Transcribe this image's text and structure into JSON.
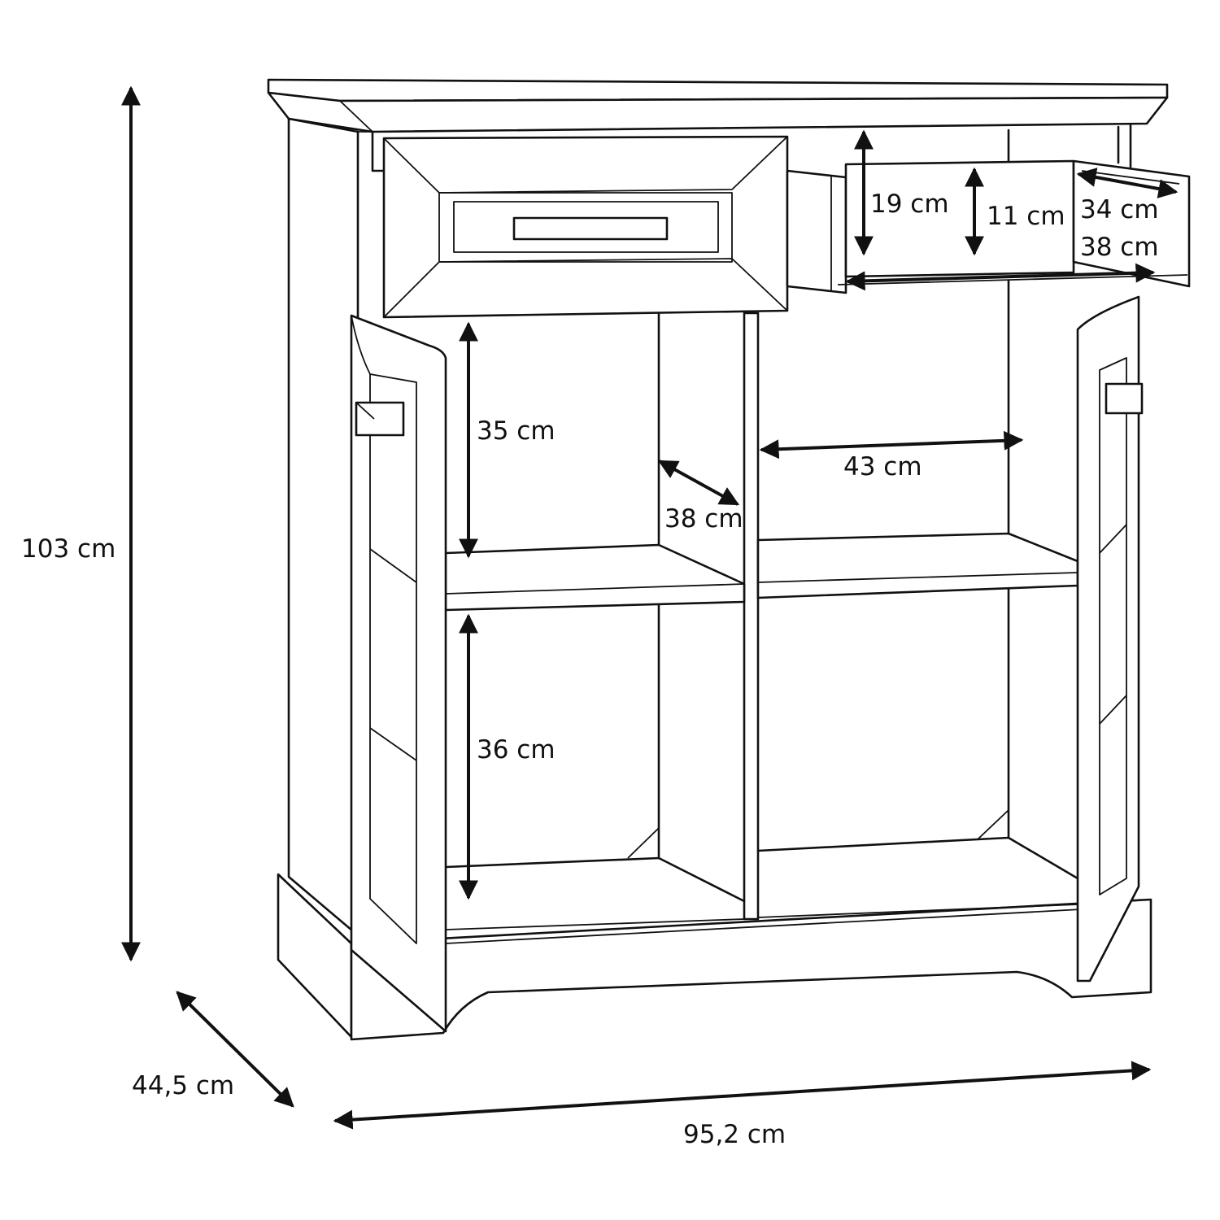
{
  "diagram": {
    "overall": {
      "height": "103 cm",
      "width": "95,2 cm",
      "depth": "44,5 cm"
    },
    "compartment": {
      "upper_height": "35 cm",
      "lower_height": "36 cm",
      "inner_depth": "38 cm",
      "inner_width": "43 cm"
    },
    "drawer": {
      "front_height": "19 cm",
      "inner_height": "11 cm",
      "inner_depth": "34 cm",
      "inner_width": "38 cm"
    }
  }
}
